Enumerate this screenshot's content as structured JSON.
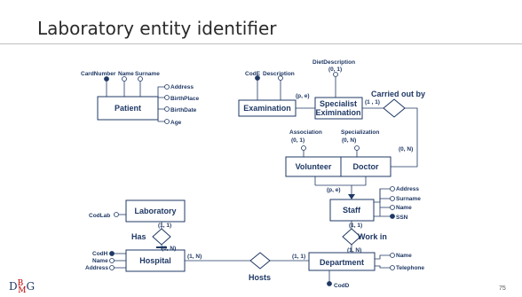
{
  "title": "Laboratory entity identifier",
  "page_number": "75",
  "logo": {
    "text_left": "D",
    "text_top": "B",
    "text_right": "G",
    "text_sub": "M"
  },
  "entities": {
    "patient": "Patient",
    "examination": "Examination",
    "specialist_examination": [
      "Specialist",
      "Eximination"
    ],
    "volunteer": "Volunteer",
    "doctor": "Doctor",
    "staff": "Staff",
    "laboratory": "Laboratory",
    "hospital": "Hospital",
    "department": "Department"
  },
  "relationships": {
    "carried_out_by": "Carried out by",
    "work_in": "Work in",
    "has": "Has",
    "hosts": "Hosts"
  },
  "attributes": {
    "patient_card": "CardNumber",
    "patient_name": "Name",
    "patient_surname": "Surname",
    "patient_address": "Address",
    "patient_birthplace": "BirthPlace",
    "patient_birthdate": "BirthDate",
    "patient_age": "Age",
    "exam_code": "CodE",
    "exam_description": "Description",
    "diet_description": "DietDescription",
    "diet_card": "(0, 1)",
    "association": "Association",
    "association_card": "(0, 1)",
    "specialization": "Specialization",
    "specialization_card": "(0, N)",
    "staff_address": "Address",
    "staff_surname": "Surname",
    "staff_name": "Name",
    "staff_ssn": "SSN",
    "codlab": "CodLab",
    "codh": "CodH",
    "hospital_name": "Name",
    "hospital_address": "Address",
    "dept_name": "Name",
    "dept_telephone": "Telephone",
    "codd": "CodD"
  },
  "cardinalities": {
    "exam_pe": "(p, e)",
    "spec_carried": "(1 , 1)",
    "carried_doctor": "(0, N)",
    "staff_pe": "(p, e)",
    "staff_workin": "(1, 1)",
    "dept_workin": "(1, N)",
    "lab_has": "(1, 1)",
    "hosp_has": "(0, N)",
    "hosp_hosts": "(1, N)",
    "dept_hosts": "(1, 1)"
  },
  "colors": {
    "line": "#1f3864",
    "entity_border": "#1f3864",
    "text": "#1f3864"
  }
}
